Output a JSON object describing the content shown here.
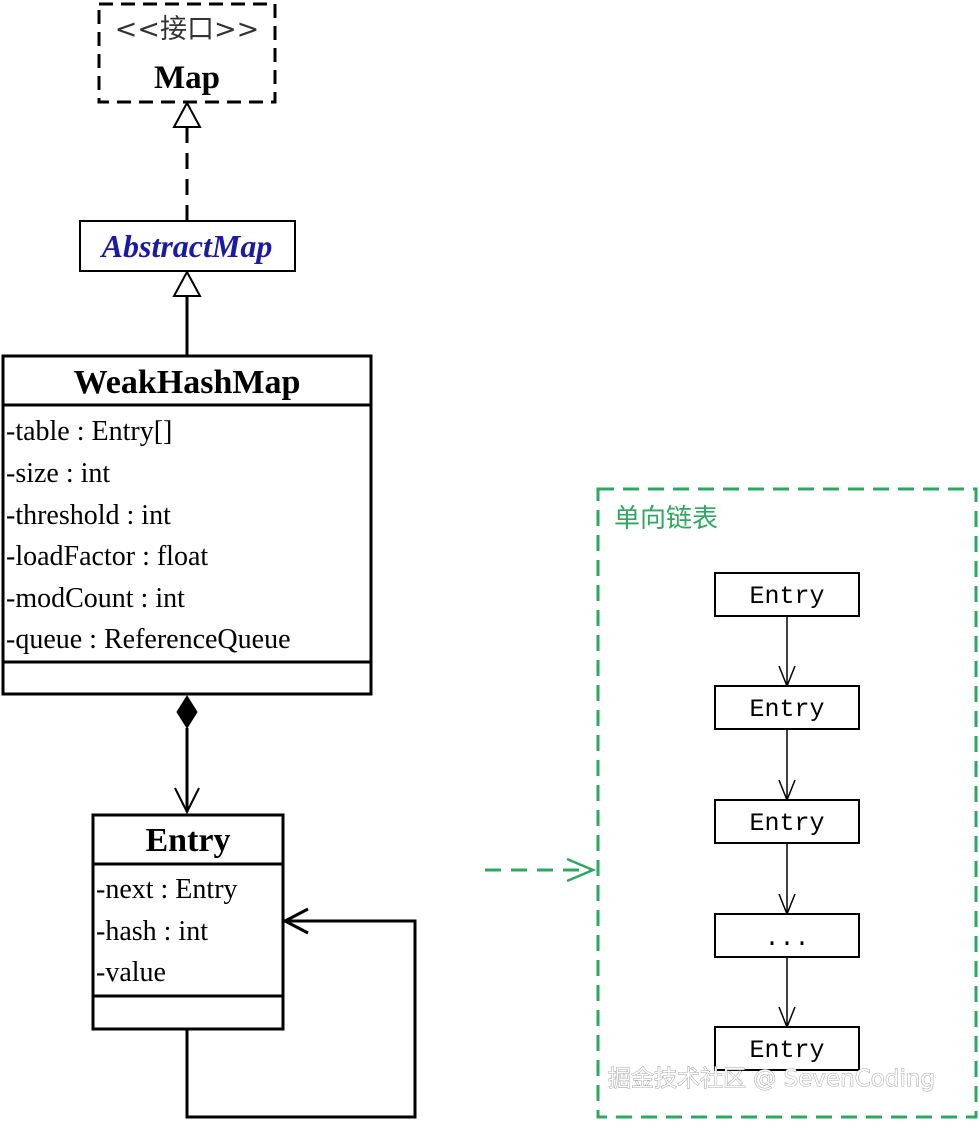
{
  "interface_box": {
    "stereotype": "<<接口>>",
    "name": "Map"
  },
  "abstract_box": {
    "name": "AbstractMap"
  },
  "weakhashmap_box": {
    "name": "WeakHashMap",
    "fields": [
      "-table : Entry[]",
      "-size : int",
      "-threshold : int",
      "-loadFactor : float",
      "-modCount : int",
      "-queue : ReferenceQueue"
    ]
  },
  "entry_box": {
    "name": "Entry",
    "fields": [
      "-next : Entry",
      "-hash : int",
      "-value"
    ]
  },
  "linked_list": {
    "title": "单向链表",
    "nodes": [
      "Entry",
      "Entry",
      "Entry",
      "...",
      "Entry"
    ]
  },
  "watermark": "掘金技术社区 @ SevenCoding",
  "colors": {
    "line": "#000000",
    "abstract_text": "#1a1aa6",
    "green": "#2ea860",
    "stereotype_text": "#333333",
    "watermark": "#ffffff"
  }
}
